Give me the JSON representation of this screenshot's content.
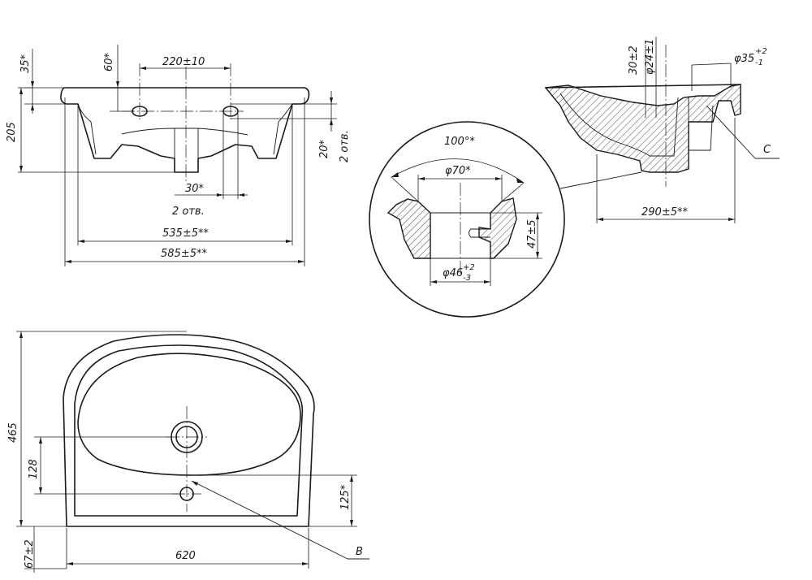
{
  "front_view": {
    "dim_35": "35*",
    "dim_60": "60*",
    "dim_220": "220±10",
    "dim_205": "205",
    "dim_20": "20*",
    "dim_holes_right": "2 отв.",
    "dim_30": "30*",
    "dim_holes_bottom": "2 отв.",
    "dim_535": "535±5**",
    "dim_585": "585±5**"
  },
  "side_view": {
    "dim_30": "30±2",
    "dim_24": "φ24±1",
    "dim_35_base": "φ35",
    "dim_35_upper": "+2",
    "dim_35_lower": "-1",
    "label_c": "C",
    "dim_290": "290±5**"
  },
  "detail_c": {
    "dim_angle": "100°*",
    "dim_70": "φ70*",
    "dim_47": "47±5",
    "dim_46_base": "φ46",
    "dim_46_upper": "+2",
    "dim_46_lower": "-3"
  },
  "top_view": {
    "dim_465": "465",
    "dim_128": "128",
    "dim_125": "125*",
    "dim_67": "67±2",
    "dim_620": "620",
    "label_b": "B"
  }
}
